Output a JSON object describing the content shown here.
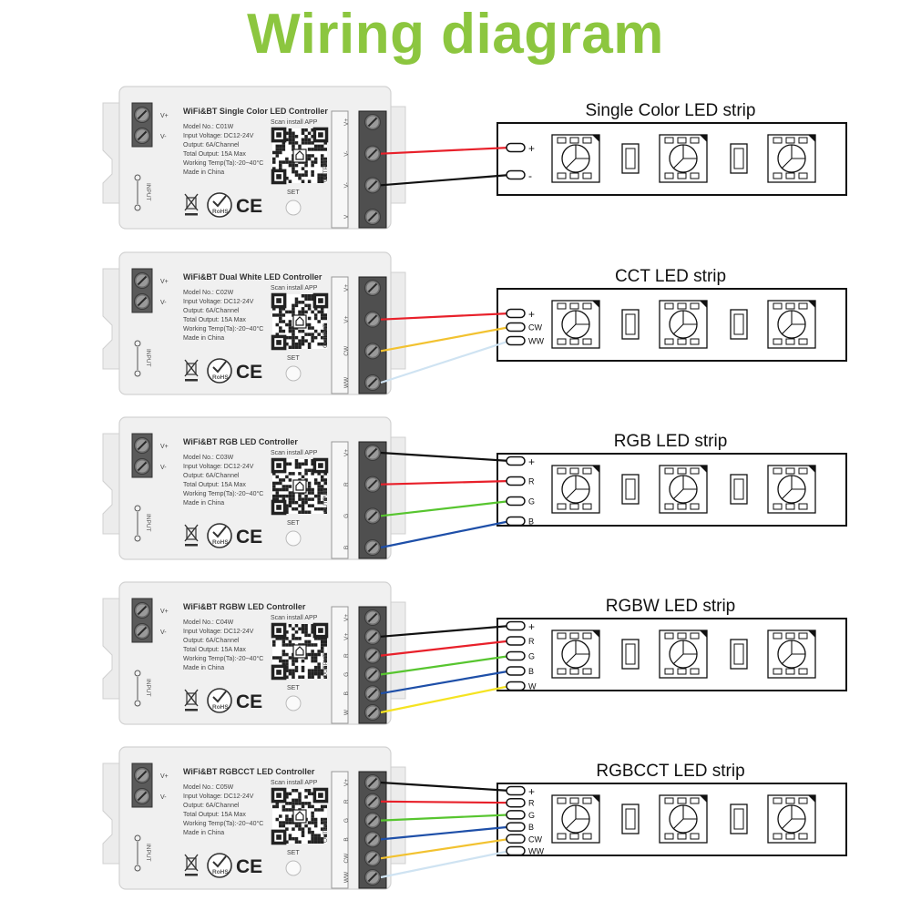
{
  "title": "Wiring diagram",
  "common": {
    "scan_label": "Scan install APP",
    "set_label": "SET",
    "input_label": "INPUT",
    "output_label": "OUTPUT",
    "vplus": "V+",
    "vminus": "V-",
    "input_voltage": "Input Voltage: DC12-24V",
    "output_rating": "Output: 6A/Channel",
    "total_output": "Total Output: 15A Max",
    "working_temp": "Working Temp(Ta):-20~40°C",
    "made_in": "Made in China",
    "rohs": "RoHS",
    "ce": "CE"
  },
  "panels": [
    {
      "controller_title": "WiFi&BT Single Color LED Controller",
      "model": "Model No.: C01W",
      "terminals": [
        "V+",
        "V-",
        "V-",
        "V"
      ],
      "strip_title": "Single Color LED strip",
      "pads": [
        "+",
        "-"
      ],
      "wire_colors": [
        "#e8202a",
        "#111111"
      ]
    },
    {
      "controller_title": "WiFi&BT Dual White LED Controller",
      "model": "Model No.: C02W",
      "terminals": [
        "V+",
        "V+",
        "CW",
        "WW"
      ],
      "strip_title": "CCT LED strip",
      "pads": [
        "+",
        "CW",
        "WW"
      ],
      "wire_colors": [
        "#e8202a",
        "#f2c230",
        "#cfe3f2"
      ]
    },
    {
      "controller_title": "WiFi&BT RGB LED Controller",
      "model": "Model No.: C03W",
      "terminals": [
        "V+",
        "R",
        "G",
        "B"
      ],
      "strip_title": "RGB LED strip",
      "pads": [
        "+",
        "R",
        "G",
        "B"
      ],
      "wire_colors": [
        "#111111",
        "#e8202a",
        "#57c52f",
        "#1e4fa8"
      ]
    },
    {
      "controller_title": "WiFi&BT RGBW LED Controller",
      "model": "Model No.: C04W",
      "terminals": [
        "V+",
        "V+",
        "R",
        "G",
        "B",
        "W"
      ],
      "strip_title": "RGBW LED strip",
      "pads": [
        "+",
        "R",
        "G",
        "B",
        "W"
      ],
      "wire_colors": [
        "#111111",
        "#e8202a",
        "#57c52f",
        "#1e4fa8",
        "#f5e321"
      ]
    },
    {
      "controller_title": "WiFi&BT RGBCCT LED Controller",
      "model": "Model No.: C05W",
      "terminals": [
        "V+",
        "R",
        "G",
        "B",
        "CW",
        "WW"
      ],
      "strip_title": "RGBCCT LED strip",
      "pads": [
        "+",
        "R",
        "G",
        "B",
        "CW",
        "WW"
      ],
      "wire_colors": [
        "#111111",
        "#e8202a",
        "#57c52f",
        "#1e4fa8",
        "#f2c230",
        "#cfe3f2"
      ]
    }
  ]
}
